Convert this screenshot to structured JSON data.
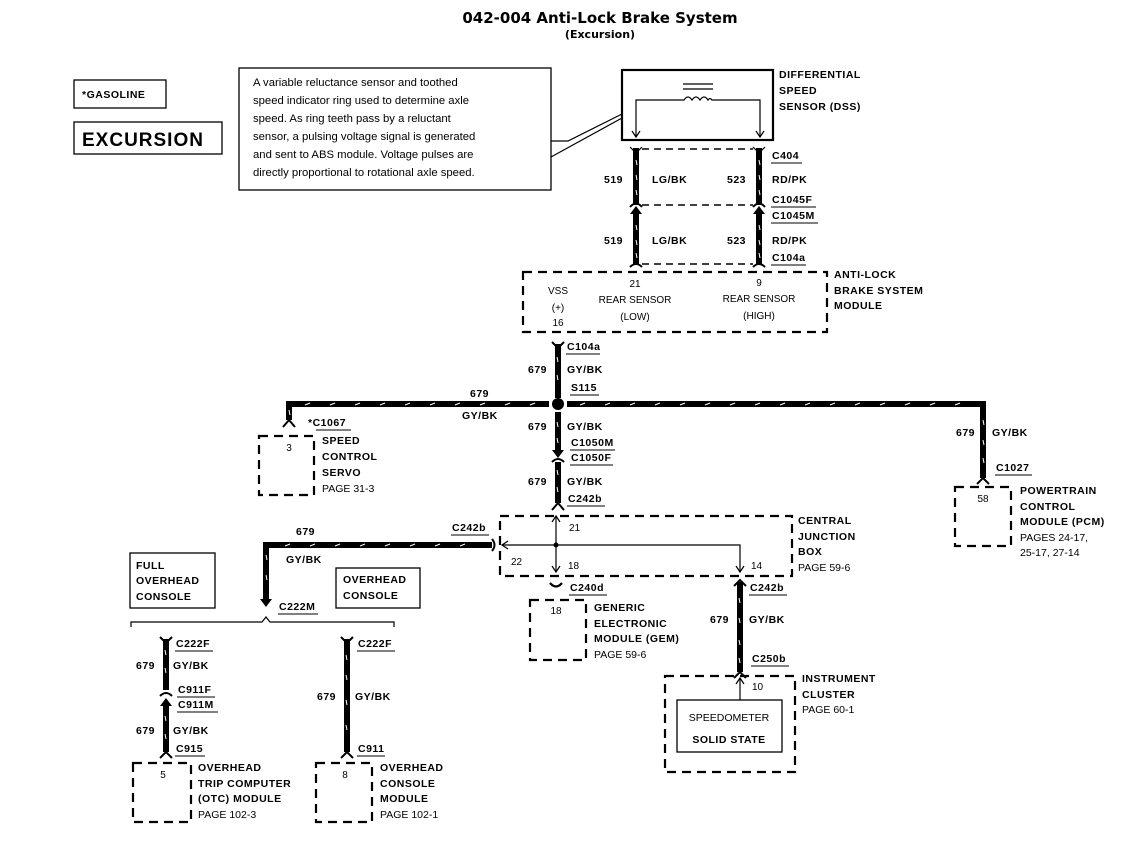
{
  "title": "042-004 Anti-Lock Brake System",
  "subtitle": "(Excursion)",
  "legend": {
    "gasoline": "*GASOLINE",
    "model": "EXCURSION"
  },
  "note": {
    "lines": [
      "A variable reluctance sensor and toothed",
      "speed indicator ring used to determine axle",
      "speed. As ring teeth pass by a reluctant",
      "sensor, a pulsing voltage signal is generated",
      "and sent to ABS module. Voltage pulses are",
      "directly proportional to rotational axle speed."
    ]
  },
  "components": {
    "dss": {
      "lines": [
        "DIFFERENTIAL",
        "SPEED",
        "SENSOR (DSS)"
      ]
    },
    "abs": {
      "lines": [
        "ANTI-LOCK",
        "BRAKE SYSTEM",
        "MODULE"
      ],
      "pins": [
        {
          "pin": "16",
          "name": "VSS",
          "sub": "(+)"
        },
        {
          "pin": "21",
          "name": "REAR SENSOR",
          "sub": "(LOW)"
        },
        {
          "pin": "9",
          "name": "REAR SENSOR",
          "sub": "(HIGH)"
        }
      ]
    },
    "speed_control": {
      "pin": "3",
      "lines": [
        "SPEED",
        "CONTROL",
        "SERVO"
      ],
      "page": "PAGE 31-3"
    },
    "pcm": {
      "pin": "58",
      "lines": [
        "POWERTRAIN",
        "CONTROL",
        "MODULE (PCM)"
      ],
      "page": [
        "PAGES 24-17,",
        "25-17, 27-14"
      ]
    },
    "cjb": {
      "pins": [
        "21",
        "22",
        "18",
        "14"
      ],
      "lines": [
        "CENTRAL",
        "JUNCTION",
        "BOX"
      ],
      "page": "PAGE 59-6"
    },
    "gem": {
      "pin": "18",
      "lines": [
        "GENERIC",
        "ELECTRONIC",
        "MODULE (GEM)"
      ],
      "page": "PAGE 59-6"
    },
    "cluster": {
      "pin": "10",
      "lines": [
        "INSTRUMENT",
        "CLUSTER"
      ],
      "page": "PAGE 60-1",
      "inner": [
        "SPEEDOMETER",
        "SOLID STATE"
      ]
    },
    "full_overhead": {
      "lines": [
        "FULL",
        "OVERHEAD",
        "CONSOLE"
      ]
    },
    "overhead": {
      "lines": [
        "OVERHEAD",
        "CONSOLE"
      ]
    },
    "otc": {
      "pin": "5",
      "lines": [
        "OVERHEAD",
        "TRIP COMPUTER",
        "(OTC) MODULE"
      ],
      "page": "PAGE 102-3"
    },
    "ocm": {
      "pin": "8",
      "lines": [
        "OVERHEAD",
        "CONSOLE",
        "MODULE"
      ],
      "page": "PAGE 102-1"
    }
  },
  "connectors": {
    "c404": "C404",
    "c1045f": "C1045F",
    "c1045m": "C1045M",
    "c104a_top": "C104a",
    "c104a": "C104a",
    "s115": "S115",
    "c1067": "*C1067",
    "c1050m": "C1050M",
    "c1050f": "C1050F",
    "c242b_a": "C242b",
    "c1027": "C1027",
    "c242b_b": "C242b",
    "c240d": "C240d",
    "c242b_c": "C242b",
    "c250b": "C250b",
    "c222m": "C222M",
    "c222f_a": "C222F",
    "c911f": "C911F",
    "c911m": "C911M",
    "c915": "C915",
    "c222f_b": "C222F",
    "c911": "C911"
  },
  "wires": {
    "w519": {
      "circuit": "519",
      "color": "LG/BK"
    },
    "w523": {
      "circuit": "523",
      "color": "RD/PK"
    },
    "w679": {
      "circuit": "679",
      "color": "GY/BK"
    }
  }
}
